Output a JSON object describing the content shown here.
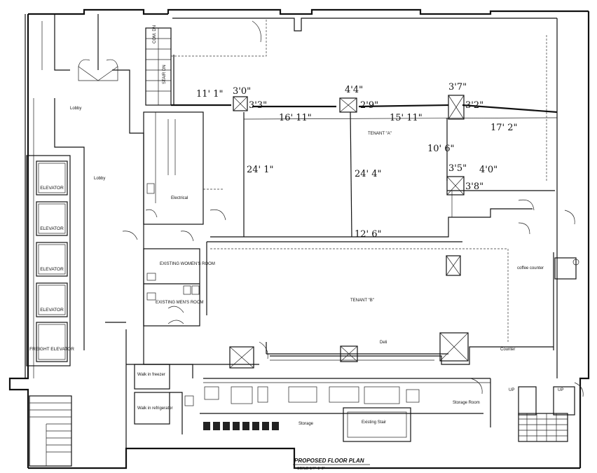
{
  "drawing": {
    "title": "PROPOSED FLOOR PLAN",
    "scale": "SCALE 1/4\"=1'-0\""
  },
  "rooms": {
    "lobby_upper": "Lobby",
    "lobby_lower": "Lobby",
    "electrical": "Electrical",
    "womens_room": "EXISTING WOMEN'S ROOM",
    "mens_room": "EXISTING MEN'S ROOM",
    "tenant_a": "TENANT \"A\"",
    "tenant_b": "TENANT \"B\"",
    "deli": "Deli",
    "counter": "Counter",
    "coffee_counter": "coffee counter",
    "storage_room": "Storage Room",
    "storage": "Storage",
    "existing_stair": "Existing Stair",
    "walk_in_freezer": "Walk in freezer",
    "walk_in_refrigerator": "Walk in refrigerator",
    "stair_down": "STAIR DN",
    "com_dn": "COM. DN"
  },
  "elevators": [
    "ELEVATOR",
    "ELEVATOR",
    "ELEVATOR",
    "ELEVATOR",
    "FREIGHT ELEVATOR"
  ],
  "stairs": {
    "up_left": "UP",
    "up_right": "UP"
  },
  "dimensions": [
    "11' 1\"",
    "3'0\"",
    "3'3\"",
    "4'4\"",
    "2'9\"",
    "3'7\"",
    "3'2\"",
    "16' 11\"",
    "15' 11\"",
    "17' 2\"",
    "24' 1\"",
    "24' 4\"",
    "10' 6\"",
    "3'5\"",
    "4'0\"",
    "3'8\"",
    "12' 6\""
  ]
}
